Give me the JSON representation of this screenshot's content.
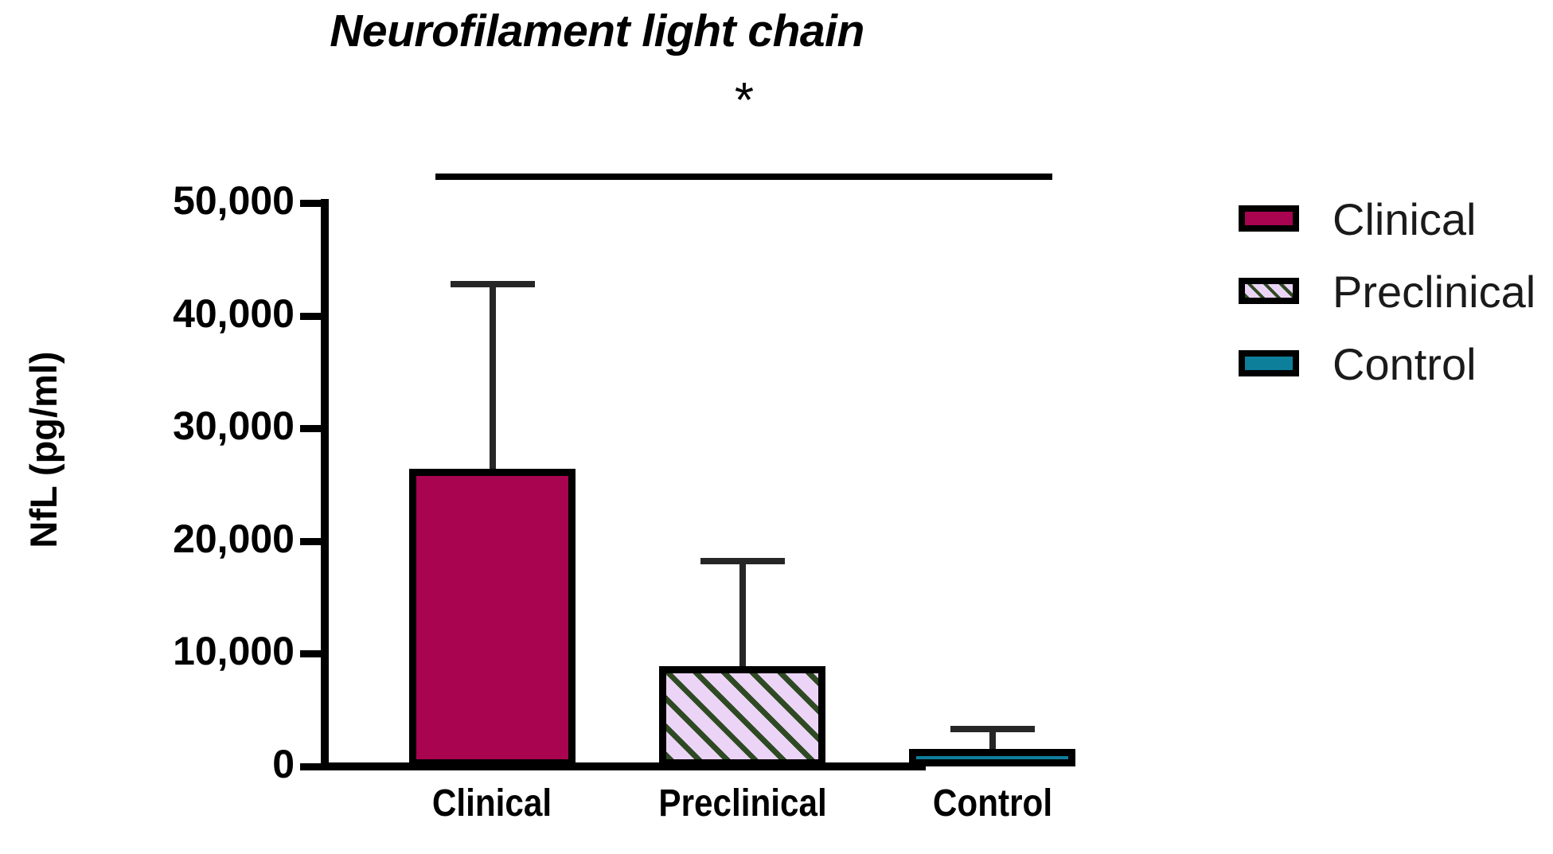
{
  "chart_data": {
    "type": "bar",
    "title": "Neurofilament light chain",
    "xlabel": "",
    "ylabel": "NfL (pg/ml)",
    "categories": [
      "Clinical",
      "Preclinical",
      "Control"
    ],
    "values": [
      26300,
      8900,
      1550
    ],
    "errors_upper": [
      42800,
      18200,
      3400
    ],
    "error_type": "upper-only (SD)",
    "ylim": [
      0,
      50000
    ],
    "yticks": [
      0,
      10000,
      20000,
      30000,
      40000,
      50000
    ],
    "ytick_labels": [
      "0",
      "10,000",
      "20,000",
      "30,000",
      "40,000",
      "50,000"
    ],
    "grid": false,
    "legend_position": "right",
    "legend": [
      {
        "label": "Clinical",
        "color": "#A80450",
        "pattern": "solid"
      },
      {
        "label": "Preclinical",
        "color": "#ECD4F6",
        "pattern": "diagonal-hatch"
      },
      {
        "label": "Control",
        "color": "#0E7F9B",
        "pattern": "solid"
      }
    ],
    "annotations": [
      {
        "symbol": "*",
        "meaning": "significance-marker",
        "spans": [
          "Clinical",
          "Control"
        ]
      }
    ],
    "colors": {
      "clinical": "#A80450",
      "preclinical_fill": "#ECD4F6",
      "preclinical_hatch": "#2E4A22",
      "control": "#0E7F9B",
      "axis": "#000000",
      "error_bar": "#262626"
    }
  }
}
